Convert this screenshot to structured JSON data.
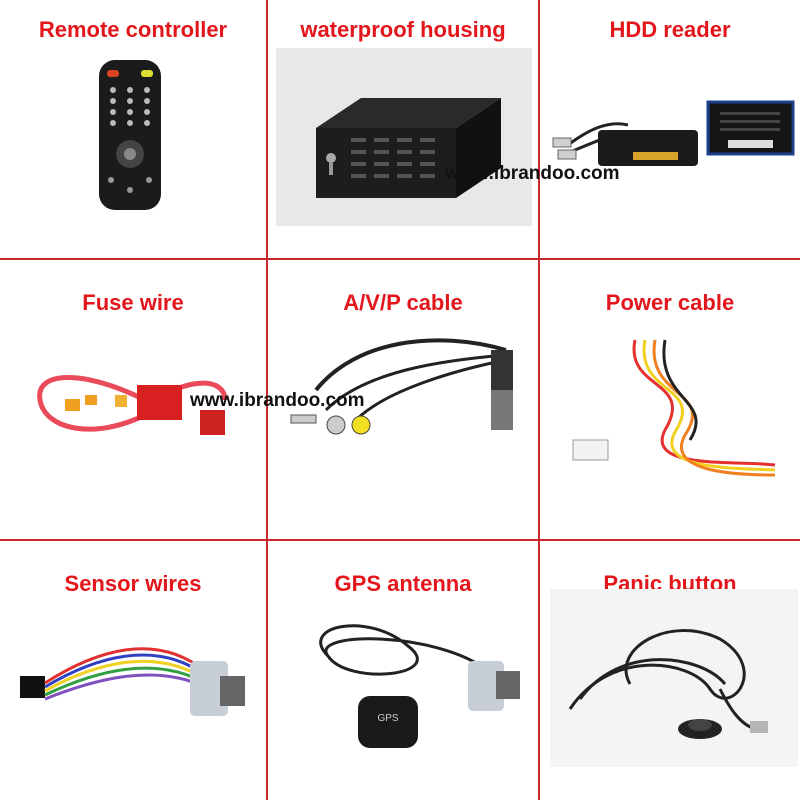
{
  "cells": [
    {
      "title": "Remote controller"
    },
    {
      "title": "waterproof housing"
    },
    {
      "title": "HDD reader"
    },
    {
      "title": "Fuse wire"
    },
    {
      "title": "A/V/P cable"
    },
    {
      "title": "Power cable"
    },
    {
      "title": "Sensor wires"
    },
    {
      "title": "GPS antenna"
    },
    {
      "title": "Panic button"
    }
  ],
  "watermarks": [
    "www.ibrandoo.com",
    "www.ibrandoo.com"
  ],
  "labels": {
    "gps_logo": "GPS"
  },
  "colors": {
    "grid": "#c8262a",
    "title": "#e2161b"
  }
}
